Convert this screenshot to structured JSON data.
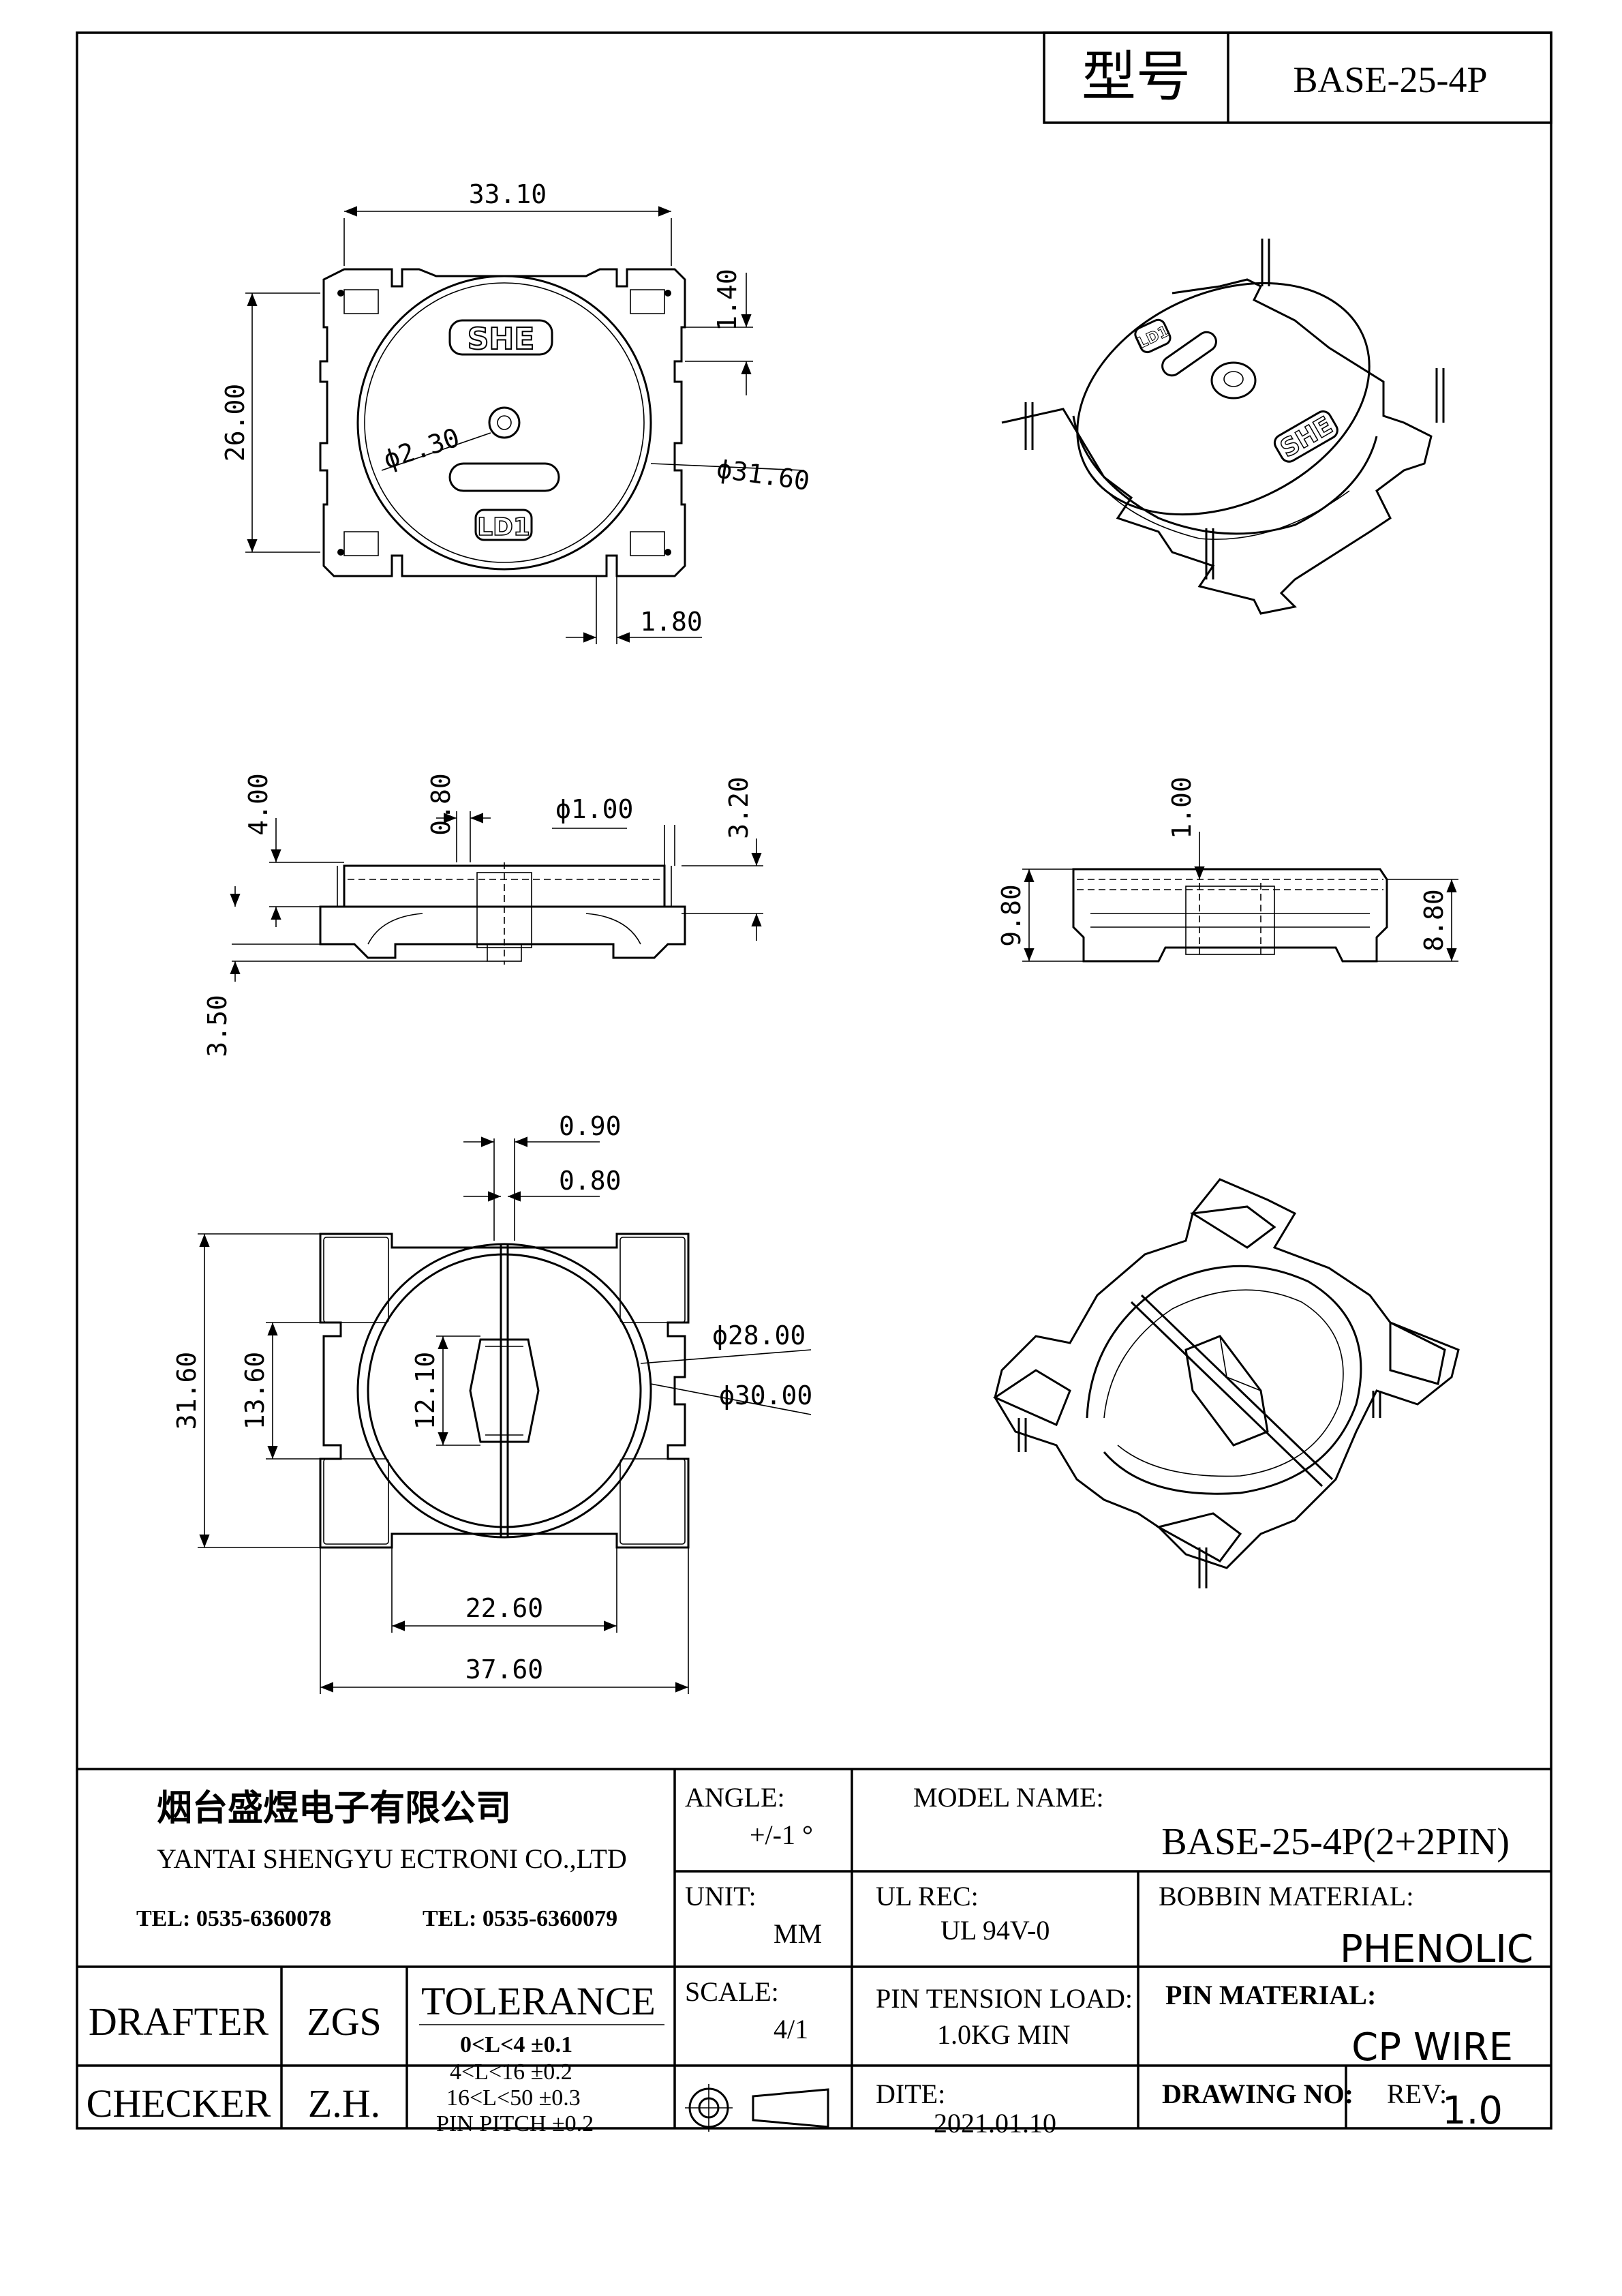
{
  "title_block": {
    "model_label": "型号",
    "model_value": "BASE-25-4P",
    "company_cn": "烟台盛煜电子有限公司",
    "company_en": "YANTAI SHENGYU ECTRONI CO.,LTD",
    "tel_left": "TEL: 0535-6360078",
    "tel_right": "TEL: 0535-6360079",
    "angle_label": "ANGLE:",
    "angle_value": "+/-1 °",
    "model_name_label": "MODEL NAME:",
    "model_name_value": "BASE-25-4P(2+2PIN)",
    "unit_label": "UNIT:",
    "unit_value": "MM",
    "ul_label": "UL REC:",
    "ul_value": "UL 94V-0",
    "bobbin_label": "BOBBIN MATERIAL:",
    "bobbin_value": "PHENOLIC",
    "drafter_label": "DRAFTER",
    "drafter_value": "ZGS",
    "tolerance_label": "TOLERANCE",
    "tol_1": "0<L<4    ±0.1",
    "tol_2": "4<L<16   ±0.2",
    "tol_3": "16<L<50  ±0.3",
    "tol_4": "PIN PITCH  ±0.2",
    "scale_label": "SCALE:",
    "scale_value": "4/1",
    "pin_tension_label": "PIN TENSION LOAD:",
    "pin_tension_value": "1.0KG MIN",
    "pin_material_label": "PIN MATERIAL:",
    "pin_material_value": "CP WIRE",
    "checker_label": "CHECKER",
    "checker_value": "Z.H.",
    "date_label": "DITE:",
    "date_value": "2021.01.10",
    "drawing_no_label": "DRAWING NO:",
    "rev_label": "REV:",
    "rev_value": "1.0"
  },
  "part_marks": {
    "brand": "SHE",
    "code": "LD1"
  },
  "dimensions": {
    "top_width": "33.10",
    "top_height": "26.00",
    "top_offset": "1.40",
    "top_hole": "ϕ2.30",
    "top_diameter": "ϕ31.60",
    "top_slot": "1.80",
    "front_4": "4.00",
    "front_080": "0.80",
    "front_hole": "ϕ1.00",
    "front_320": "3.20",
    "front_350": "3.50",
    "side_100": "1.00",
    "side_980": "9.80",
    "side_880": "8.80",
    "bottom_090": "0.90",
    "bottom_080": "0.80",
    "bottom_3160": "31.60",
    "bottom_1360": "13.60",
    "bottom_1210": "12.10",
    "bottom_d28": "ϕ28.00",
    "bottom_d30": "ϕ30.00",
    "bottom_2260": "22.60",
    "bottom_3760": "37.60"
  }
}
